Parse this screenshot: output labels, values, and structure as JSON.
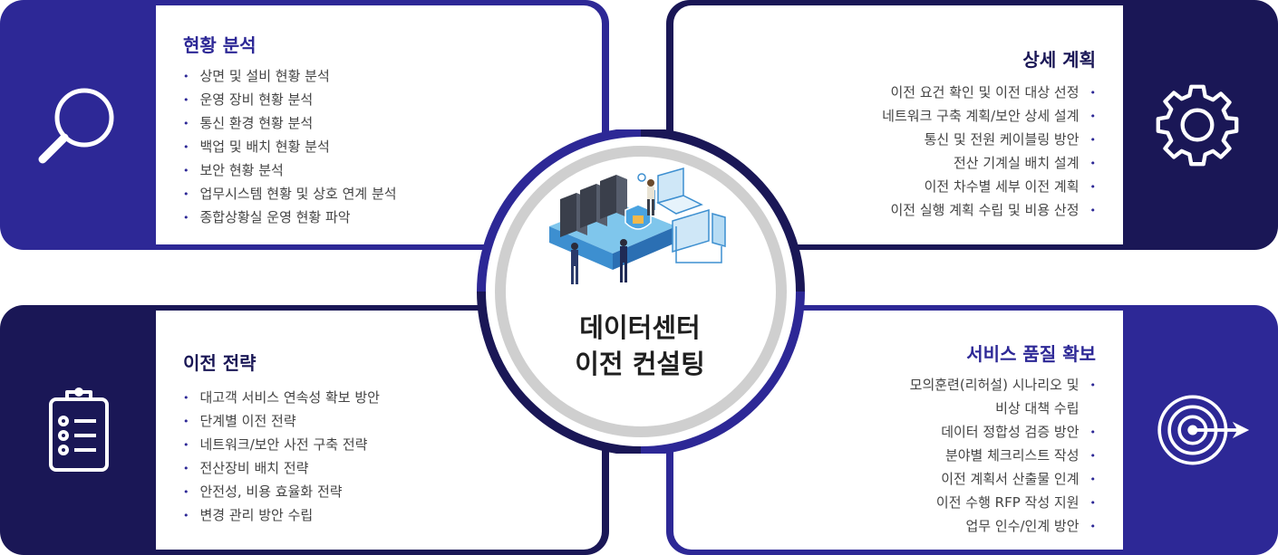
{
  "center": {
    "title_line1": "데이터센터",
    "title_line2": "이전 컨설팅"
  },
  "sections": {
    "analysis": {
      "title": "현황 분석",
      "icon": "magnifier-icon",
      "items": [
        "상면 및 설비 현황 분석",
        "운영 장비 현황 분석",
        "통신 환경 현황 분석",
        "백업 및 배치 현황 분석",
        "보안 현황 분석",
        "업무시스템 현황 및 상호 연계 분석",
        "종합상황실 운영 현황 파악"
      ]
    },
    "plan": {
      "title": "상세 계획",
      "icon": "gear-icon",
      "items": [
        "이전 요건 확인 및 이전 대상 선정",
        "네트워크 구축 계획/보안 상세 설계",
        "통신 및 전원 케이블링 방안",
        "전산 기계실 배치 설계",
        "이전 차수별 세부 이전 계획",
        "이전 실행 계획 수립 및 비용 산정"
      ]
    },
    "strategy": {
      "title": "이전 전략",
      "icon": "clipboard-checklist-icon",
      "items": [
        "대고객 서비스 연속성 확보 방안",
        "단계별 이전 전략",
        "네트워크/보안 사전 구축 전략",
        "전산장비 배치 전략",
        "안전성, 비용 효율화 전략",
        "변경 관리 방안 수립"
      ]
    },
    "quality": {
      "title": "서비스 품질 확보",
      "icon": "target-arrow-icon",
      "items": [
        "모의훈련(리허설) 시나리오 및",
        "비상 대책 수립",
        "데이터 정합성 검증 방안",
        "분야별 체크리스트 작성",
        "이전 계획서 산출물 인계",
        "이전 수행 RFP 작성 지원",
        "업무 인수/인계 방안"
      ]
    }
  },
  "colors": {
    "indigo": "#2d2896",
    "navy": "#1a1756",
    "ring_gray": "#cfcfcf",
    "text": "#444444"
  }
}
